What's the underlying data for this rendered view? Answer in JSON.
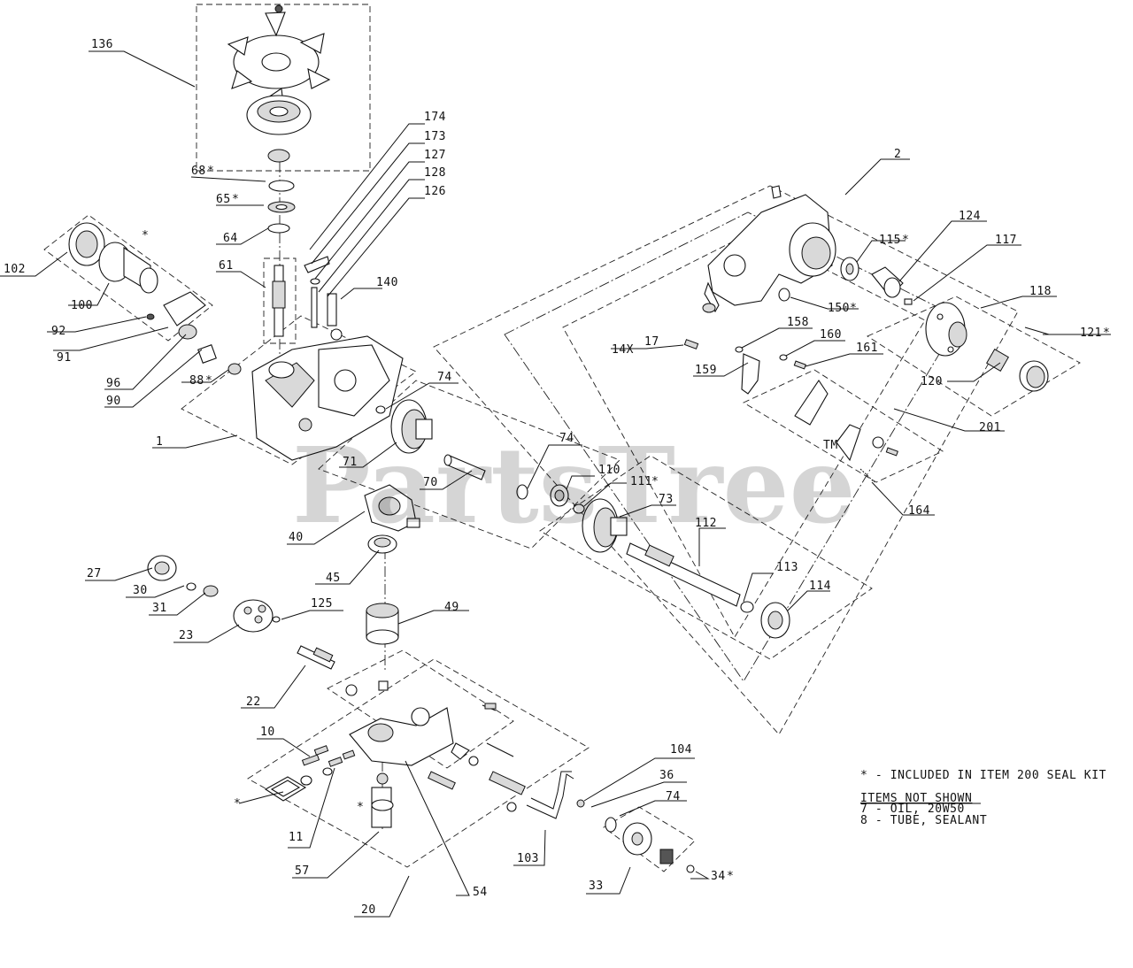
{
  "watermark": "PartsTree",
  "watermark_mark": "TM",
  "callouts": {
    "c136": "136",
    "c174": "174",
    "c173": "173",
    "c127": "127",
    "c128": "128",
    "c126": "126",
    "c68": "68",
    "c65": "65",
    "c64": "64",
    "c61": "61",
    "c140": "140",
    "c102": "102",
    "c100": "100",
    "c92": "92",
    "c91": "91",
    "c96": "96",
    "c90": "90",
    "c88": "88",
    "c1": "1",
    "c74a": "74",
    "c71": "71",
    "c70": "70",
    "c74b": "74",
    "c110": "110",
    "c111": "111",
    "c73": "73",
    "c112": "112",
    "c113": "113",
    "c114": "114",
    "c40": "40",
    "c45": "45",
    "c27": "27",
    "c30": "30",
    "c31": "31",
    "c23": "23",
    "c125": "125",
    "c49": "49",
    "c22": "22",
    "c10": "10",
    "c11": "11",
    "c57": "57",
    "c20": "20",
    "c54": "54",
    "c103": "103",
    "c104": "104",
    "c36": "36",
    "c74c": "74",
    "c33": "33",
    "c34": "34",
    "c2": "2",
    "c115": "115",
    "c124": "124",
    "c117": "117",
    "c118": "118",
    "c150": "150",
    "c121": "121",
    "c14x": "14X",
    "c17": "17",
    "c158": "158",
    "c160": "160",
    "c161": "161",
    "c159": "159",
    "c120": "120",
    "c201": "201",
    "c164": "164"
  },
  "seal_kit_mark": "*",
  "legend": {
    "seal_kit_note": "* - INCLUDED IN ITEM 200 SEAL KIT",
    "items_not_shown_heading": "ITEMS NOT SHOWN",
    "item_7": "7 - OIL, 20W50",
    "item_8": "8 - TUBE, SEALANT"
  }
}
